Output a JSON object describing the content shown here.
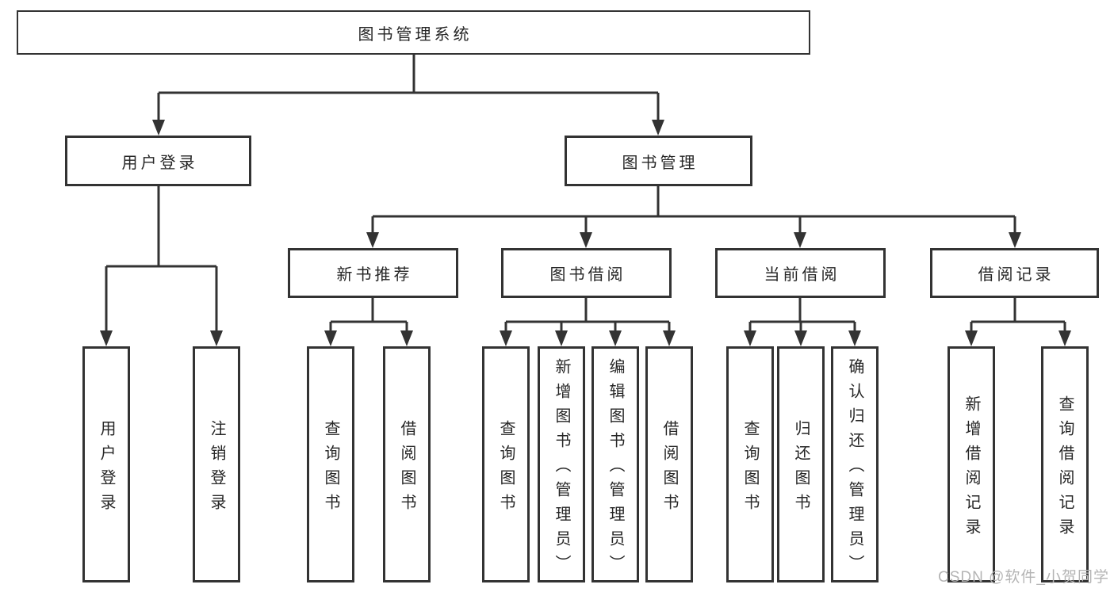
{
  "tree": {
    "label": "图书管理系统",
    "children": [
      {
        "label": "用户登录",
        "children": [
          {
            "label": "用户登录"
          },
          {
            "label": "注销登录"
          }
        ]
      },
      {
        "label": "图书管理",
        "children": [
          {
            "label": "新书推荐",
            "children": [
              {
                "label": "查询图书"
              },
              {
                "label": "借阅图书"
              }
            ]
          },
          {
            "label": "图书借阅",
            "children": [
              {
                "label": "查询图书"
              },
              {
                "label": "新增图书（管理员）"
              },
              {
                "label": "编辑图书（管理员）"
              },
              {
                "label": "借阅图书"
              }
            ]
          },
          {
            "label": "当前借阅",
            "children": [
              {
                "label": "查询图书"
              },
              {
                "label": "归还图书"
              },
              {
                "label": "确认归还（管理员）"
              }
            ]
          },
          {
            "label": "借阅记录",
            "children": [
              {
                "label": "新增借阅记录"
              },
              {
                "label": "查询借阅记录"
              }
            ]
          }
        ]
      }
    ]
  },
  "watermark": {
    "text": "CSDN @软件_小贺同学",
    "color": "#b4b4b4"
  },
  "colors": {
    "line": "#333333",
    "box_border": "#333333",
    "box_fill": "#ffffff",
    "text": "#262626",
    "background": "#ffffff"
  }
}
